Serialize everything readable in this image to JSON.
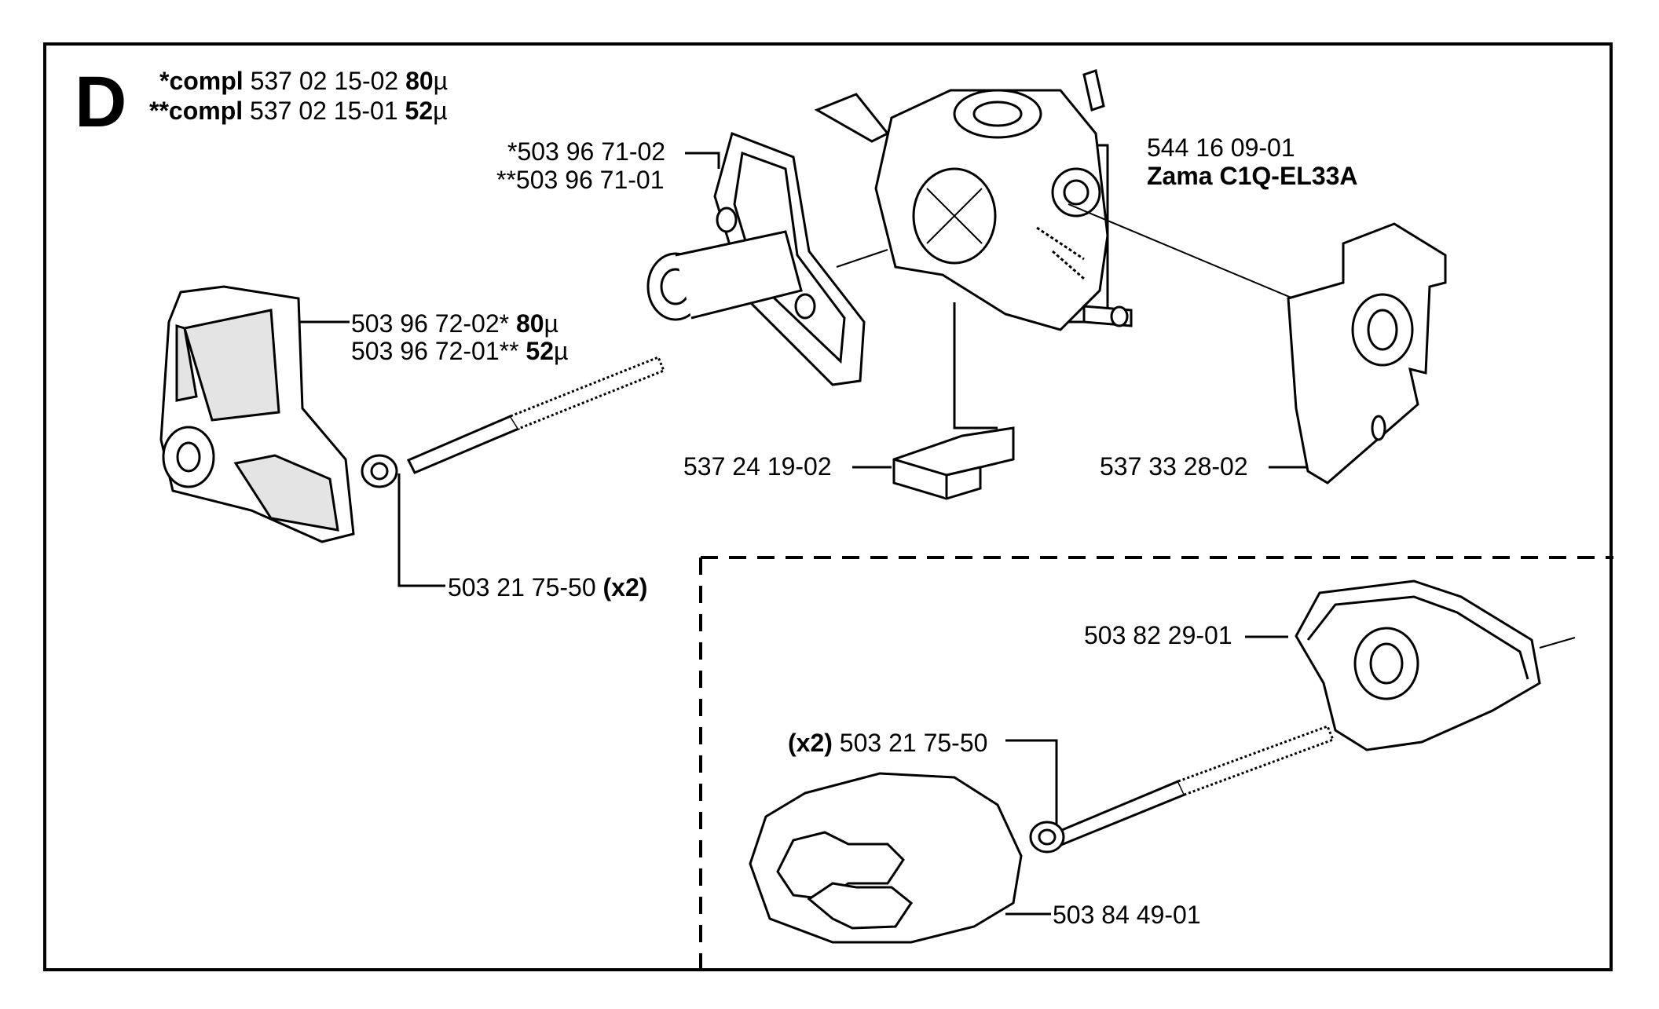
{
  "section_letter": "D",
  "compl": [
    {
      "prefix": "*compl",
      "part": "537 02 15-02",
      "micron": "80",
      "unit": "µ"
    },
    {
      "prefix": "**compl",
      "part": "537 02 15-01",
      "micron": "52",
      "unit": "µ"
    }
  ],
  "labels": {
    "filter_holder_a": "*503 96 71-02",
    "filter_holder_b": "**503 96 71-01",
    "carburetor_part": "544 16 09-01",
    "carburetor_model": "Zama C1Q-EL33A",
    "air_filter_a_part": "503 96 72-02*",
    "air_filter_a_micron": "80",
    "air_filter_b_part": "503 96 72-01**",
    "air_filter_b_micron": "52",
    "micron_unit": "µ",
    "gasket_part": "537 24 19-02",
    "insulator_part": "537 33 28-02",
    "screw_top_part": "503 21 75-50",
    "screw_top_qty": "(x2)",
    "cage_part": "503 82 29-01",
    "screw_bottom_qty": "(x2)",
    "screw_bottom_part": "503 21 75-50",
    "foam_part": "503 84 49-01"
  }
}
